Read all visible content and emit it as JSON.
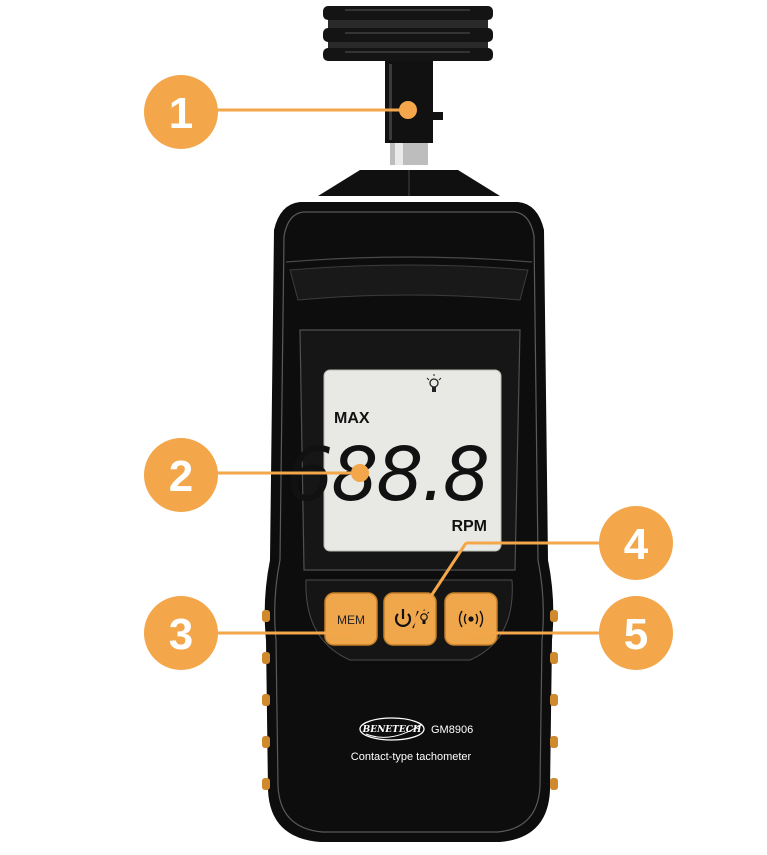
{
  "colors": {
    "accent": "#F3A64A",
    "body": "#0d0d0d",
    "lcd": "#e8e9e4"
  },
  "callouts": [
    "1",
    "2",
    "3",
    "4",
    "5"
  ],
  "lcd": {
    "max_label": "MAX",
    "reading": "688.8",
    "unit": "RPM",
    "backlight_icon": "bulb-icon"
  },
  "buttons": {
    "mem_label": "MEM",
    "power_icon": "power-backlight-icon",
    "sound_icon": "sound-icon"
  },
  "branding": {
    "logo_text": "BENETECH",
    "model": "GM8906",
    "description": "Contact-type tachometer"
  }
}
